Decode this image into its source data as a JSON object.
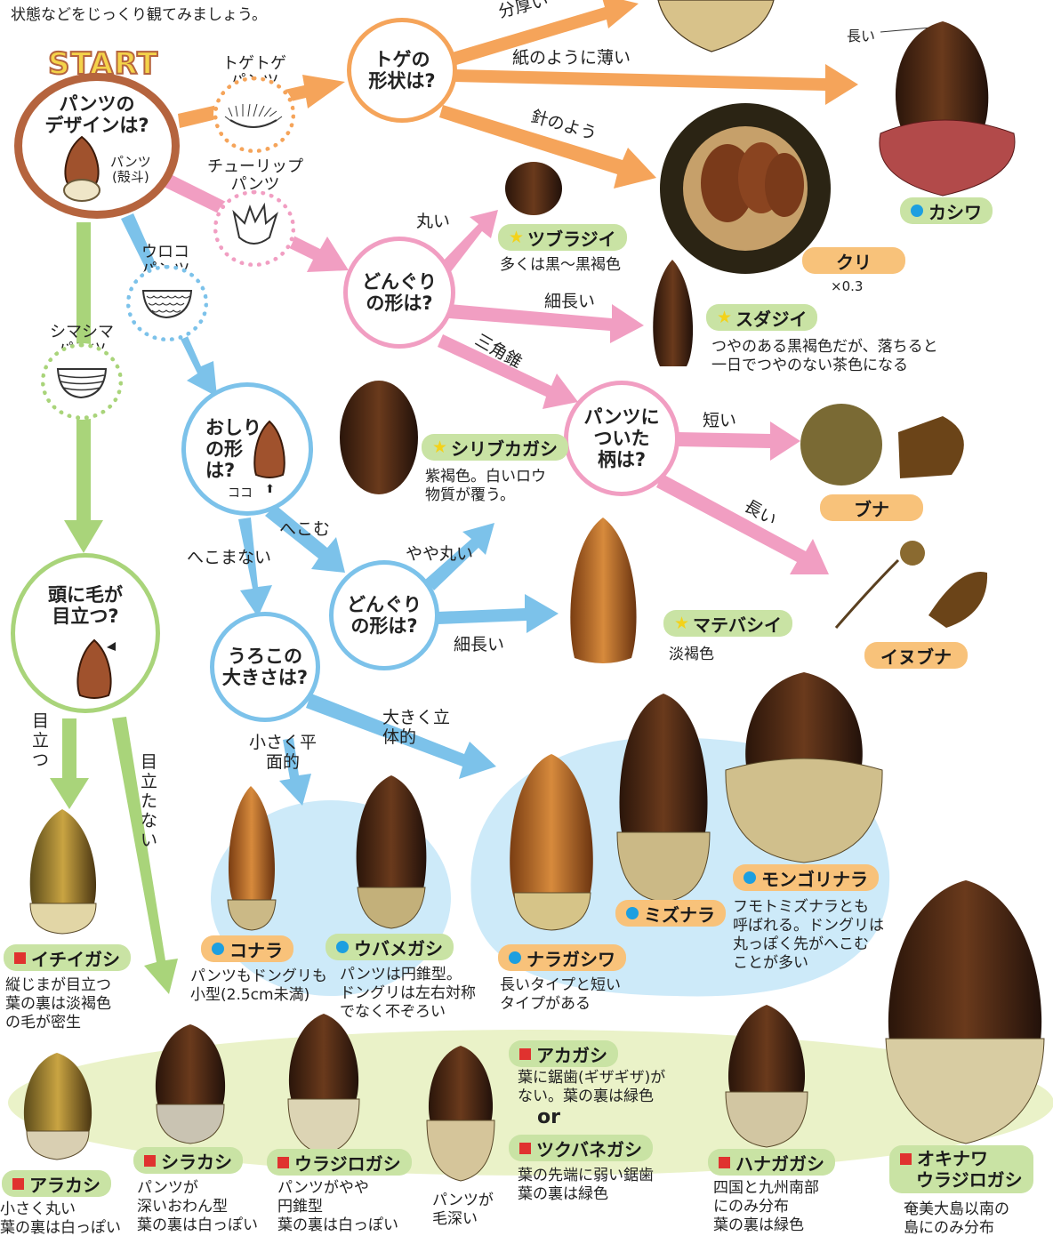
{
  "intro": "状態などをじっくり観てみましょう。",
  "start": {
    "badge": "START",
    "line1": "パンツの",
    "line2": "デザインは?",
    "pants_label_1": "パンツ",
    "pants_label_2": "(殻斗)"
  },
  "pants_types": {
    "toge": {
      "l1": "トゲトゲ",
      "l2": "パンツ"
    },
    "tulip": {
      "l1": "チューリップ",
      "l2": "パンツ"
    },
    "uroko": {
      "l1": "ウロコ",
      "l2": "パンツ"
    },
    "shima": {
      "l1": "シマシマ",
      "l2": "パンツ"
    }
  },
  "questions": {
    "toge_shape": {
      "l1": "トゲの",
      "l2": "形状は?"
    },
    "donguri1": {
      "l1": "どんぐり",
      "l2": "の形は?"
    },
    "stalk": {
      "l1": "パンツに",
      "l2": "ついた",
      "l3": "柄は?"
    },
    "oshiri": {
      "l1": "おしり",
      "l2": "の形",
      "l3": "は?",
      "here": "ココ"
    },
    "donguri2": {
      "l1": "どんぐり",
      "l2": "の形は?"
    },
    "uroko_size": {
      "l1": "うろこの",
      "l2": "大きさは?"
    },
    "head_hair": {
      "l1": "頭に毛が",
      "l2": "目立つ?"
    }
  },
  "edge_labels": {
    "thick": "分厚い",
    "paper": "紙のように薄い",
    "needle": "針のよう",
    "round": "丸い",
    "slender": "細長い",
    "cone": "三角錐",
    "short": "短い",
    "long": "長い",
    "dent": "へこむ",
    "no_dent": "へこまない",
    "somewhat_round": "やや丸い",
    "slender2": "細長い",
    "big": "大きく立体的",
    "small": "小さく平面的",
    "stands_out": "目立つ",
    "not_stands_out": "目立たない",
    "long_tag": "長い"
  },
  "species": {
    "kashiwa": {
      "name": "カシワ",
      "mark": "dot"
    },
    "kuri": {
      "name": "クリ",
      "note": "×0.3"
    },
    "tsuburajii": {
      "name": "ツブラジイ",
      "mark": "star",
      "desc": "多くは黒〜黒褐色"
    },
    "sudajii": {
      "name": "スダジイ",
      "mark": "star",
      "desc1": "つやのある黒褐色だが、落ちると",
      "desc2": "一日でつやのない茶色になる"
    },
    "shiribukagashi": {
      "name": "シリブカガシ",
      "mark": "star",
      "desc1": "紫褐色。白いロウ",
      "desc2": "物質が覆う。"
    },
    "buna": {
      "name": "ブナ"
    },
    "inubuna": {
      "name": "イヌブナ"
    },
    "matebashii": {
      "name": "マテバシイ",
      "mark": "star",
      "desc": "淡褐色"
    },
    "konara": {
      "name": "コナラ",
      "mark": "dot",
      "desc1": "パンツもドングリも",
      "desc2": "小型(2.5cm未満)"
    },
    "ubamegashi": {
      "name": "ウバメガシ",
      "mark": "dot",
      "desc1": "パンツは円錐型。",
      "desc2": "ドングリは左右対称",
      "desc3": "でなく不ぞろい"
    },
    "naragashiwa": {
      "name": "ナラガシワ",
      "mark": "dot",
      "desc1": "長いタイプと短い",
      "desc2": "タイプがある"
    },
    "mizunara": {
      "name": "ミズナラ",
      "mark": "dot"
    },
    "mongorinara": {
      "name": "モンゴリナラ",
      "mark": "dot",
      "desc1": "フモトミズナラとも",
      "desc2": "呼ばれる。ドングリは",
      "desc3": "丸っぽく先がへこむ",
      "desc4": "ことが多い"
    },
    "ichiigashi": {
      "name": "イチイガシ",
      "mark": "sq",
      "desc1": "縦じまが目立つ",
      "desc2": "葉の裏は淡褐色",
      "desc3": "の毛が密生"
    },
    "arakashi": {
      "name": "アラカシ",
      "mark": "sq",
      "desc1": "小さく丸い",
      "desc2": "葉の裏は白っぽい"
    },
    "shirakashi": {
      "name": "シラカシ",
      "mark": "sq",
      "desc1": "パンツが",
      "desc2": "深いおわん型",
      "desc3": "葉の裏は白っぽい"
    },
    "urajirogashi": {
      "name": "ウラジロガシ",
      "mark": "sq",
      "desc1": "パンツがやや",
      "desc2": "円錐型",
      "desc3": "葉の裏は白っぽい"
    },
    "hairy": {
      "desc1": "パンツが",
      "desc2": "毛深い"
    },
    "akagashi": {
      "name": "アカガシ",
      "mark": "sq",
      "desc1": "葉に鋸歯(ギザギザ)が",
      "desc2": "ない。葉の裏は緑色"
    },
    "or": "or",
    "tsukubanegashi": {
      "name": "ツクバネガシ",
      "mark": "sq",
      "desc1": "葉の先端に弱い鋸歯",
      "desc2": "葉の裏は緑色"
    },
    "hanagagashi": {
      "name": "ハナガガシ",
      "mark": "sq",
      "desc1": "四国と九州南部",
      "desc2": "にのみ分布",
      "desc3": "葉の裏は緑色"
    },
    "okinawa": {
      "name1": "オキナワ",
      "name2": "ウラジロガシ",
      "mark": "sq",
      "desc1": "奄美大島以南の",
      "desc2": "島にのみ分布"
    }
  },
  "colors": {
    "orange": "#f5a45a",
    "pink": "#f19ec2",
    "blue": "#7cc2ea",
    "green": "#a9d47a",
    "start_ring": "#b5643e",
    "light_blue_bg": "#cdeaf9",
    "light_green_bg": "#eaf2c8",
    "pill_orange": "#f8c27a",
    "pill_green": "#c9e3a4"
  }
}
